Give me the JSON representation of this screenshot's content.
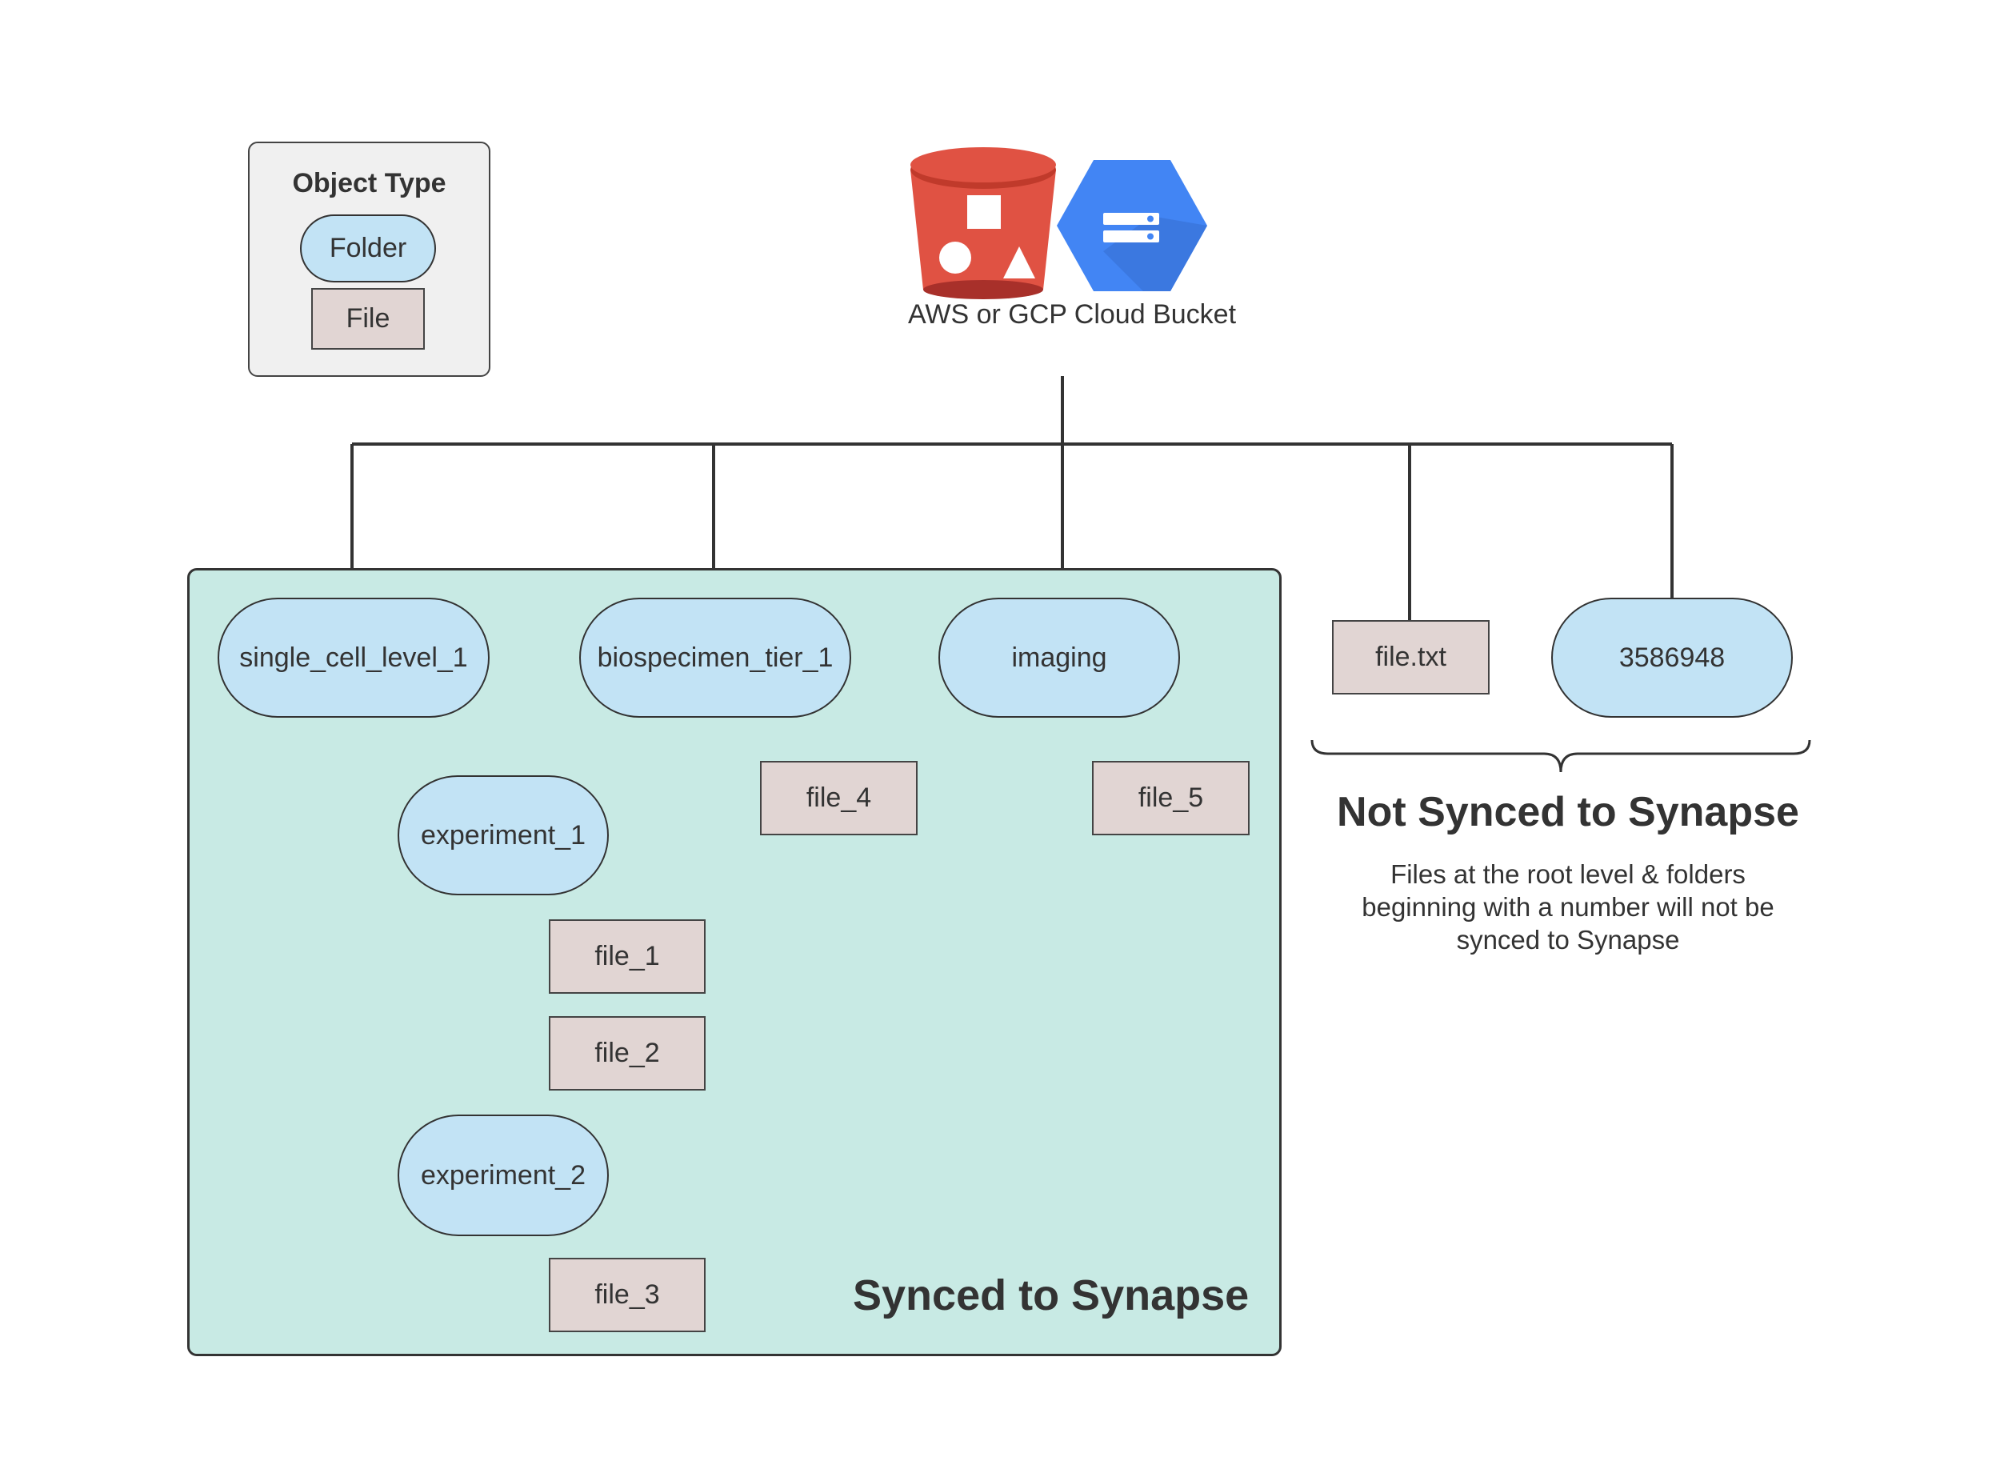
{
  "legend": {
    "title": "Object Type",
    "folder_label": "Folder",
    "file_label": "File"
  },
  "bucket": {
    "label": "AWS or GCP Cloud Bucket"
  },
  "synced": {
    "label": "Synced to Synapse",
    "folders": {
      "single_cell": "single_cell_level_1",
      "biospecimen": "biospecimen_tier_1",
      "imaging": "imaging",
      "experiment_1": "experiment_1",
      "experiment_2": "experiment_2"
    },
    "files": {
      "file_1": "file_1",
      "file_2": "file_2",
      "file_3": "file_3",
      "file_4": "file_4",
      "file_5": "file_5"
    }
  },
  "not_synced": {
    "title": "Not Synced to Synapse",
    "description": "Files at the root level & folders beginning with a number will not be synced to Synapse",
    "file": "file.txt",
    "folder": "3586948"
  },
  "colors": {
    "folder_fill": "#c2e3f5",
    "file_fill": "#e1d5d3",
    "synced_region_fill": "#c8eae4",
    "legend_fill": "#f0f0f0",
    "aws_red": "#e05243",
    "gcp_blue": "#4285f4"
  },
  "icons": [
    "aws-s3-bucket-icon",
    "gcp-cloud-storage-icon"
  ]
}
